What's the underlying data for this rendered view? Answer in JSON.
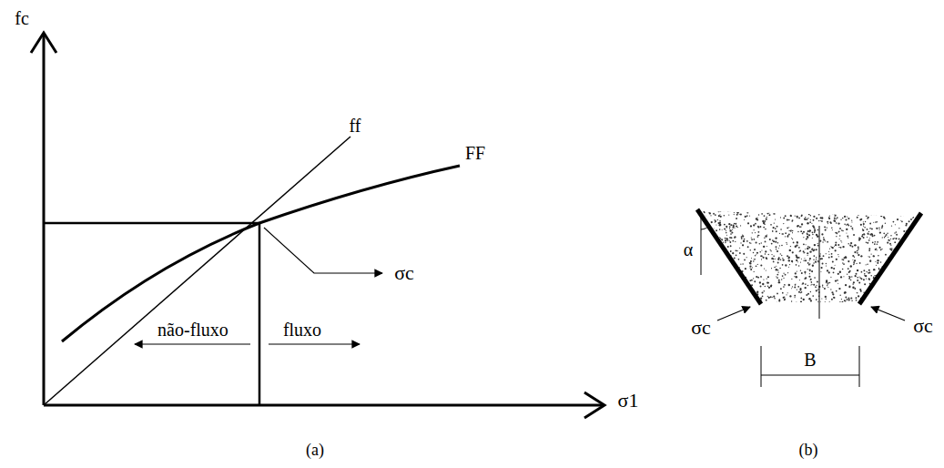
{
  "diagram": {
    "labels": [
      "fc",
      "ff",
      "FF",
      "σc",
      "não-fluxo",
      "fluxo",
      "σ1",
      "(a)",
      "α",
      "σc",
      "σc",
      "B",
      "(b)"
    ]
  }
}
